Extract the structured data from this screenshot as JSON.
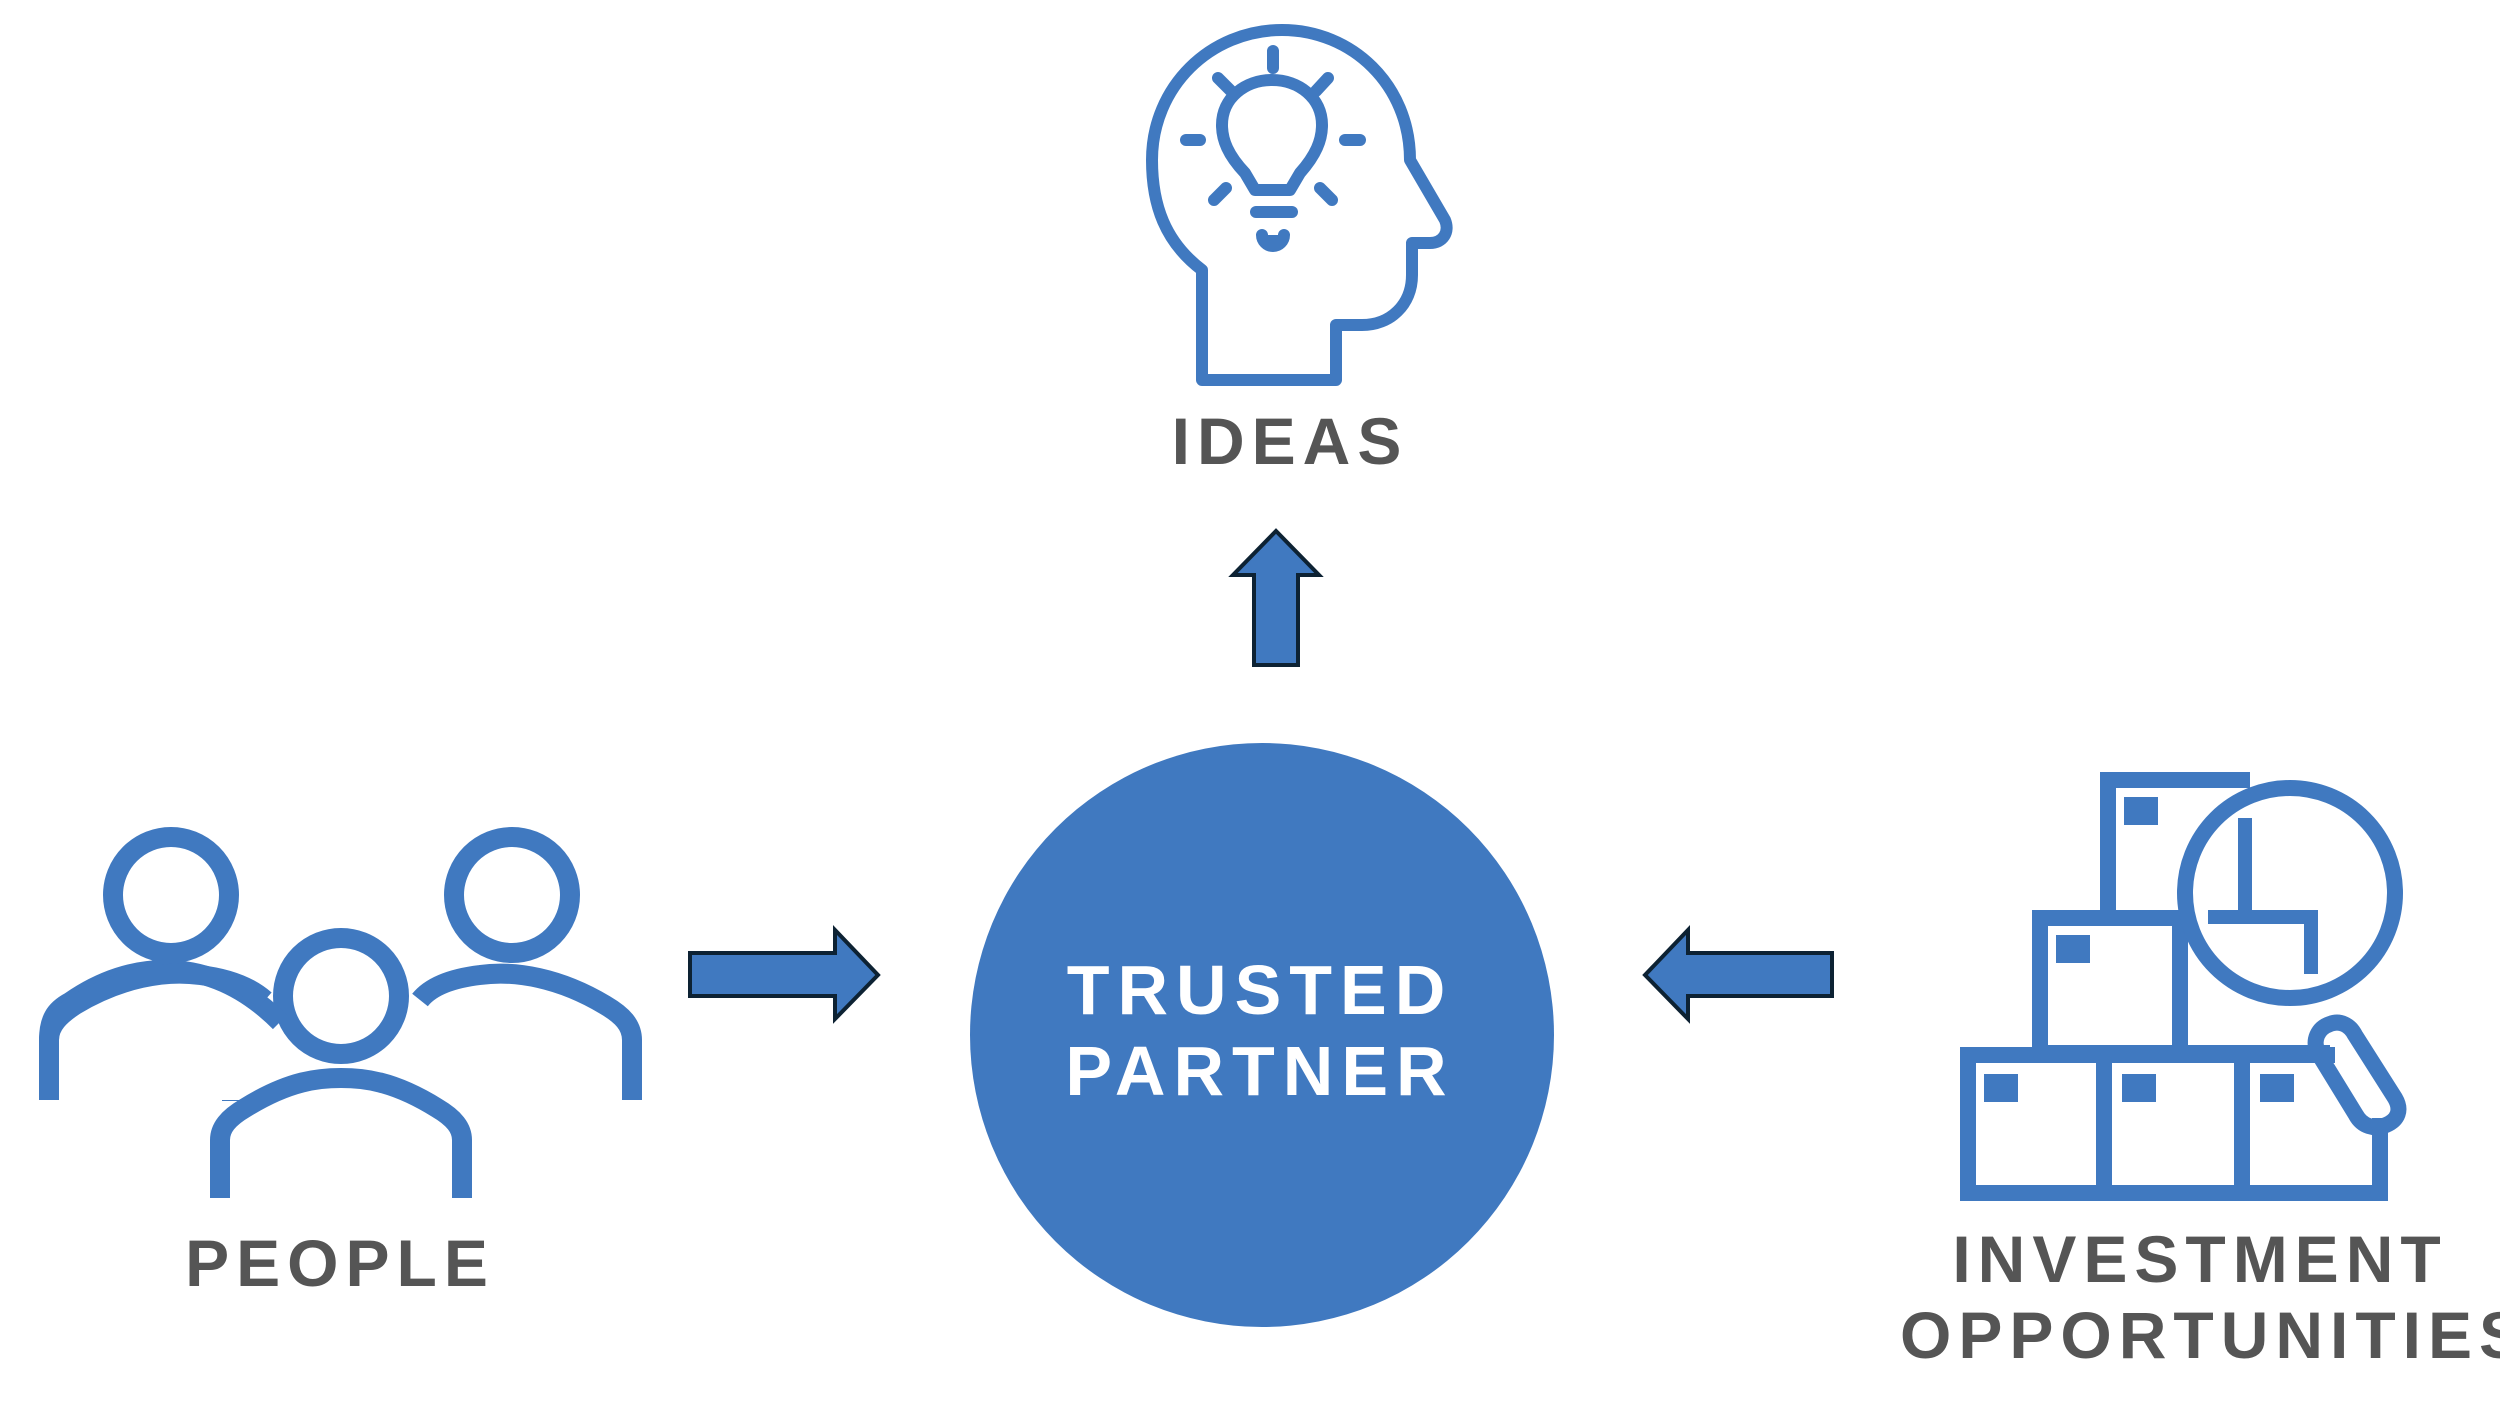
{
  "labels": {
    "ideas": "IDEAS",
    "people": "PEOPLE",
    "investment_line1": "INVESTMENT",
    "investment_line2": "OPPORTUNITIES",
    "center_line1": "TRUSTED",
    "center_line2": "PARTNER"
  },
  "colors": {
    "primary_blue": "#4079c0",
    "label_gray": "#555555",
    "arrow_outline": "#0d2233",
    "center_text": "#ffffff"
  },
  "icons": {
    "ideas": "head-lightbulb-icon",
    "people": "people-group-icon",
    "investment": "boxes-magnifier-icon"
  }
}
